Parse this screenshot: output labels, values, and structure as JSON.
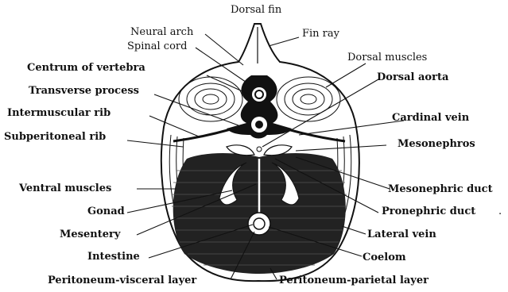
{
  "diagram": {
    "labels": {
      "dorsal_fin": "Dorsal fin",
      "neural_arch": "Neural arch",
      "fin_ray": "Fin ray",
      "spinal_cord": "Spinal cord",
      "dorsal_muscles": "Dorsal muscles",
      "centrum": "Centrum of vertebra",
      "dorsal_aorta": "Dorsal aorta",
      "transverse_process": "Transverse process",
      "intermuscular_rib": "Intermuscular rib",
      "cardinal_vein": "Cardinal vein",
      "subperitoneal_rib": "Subperitoneal rib",
      "mesonephros": "Mesonephros",
      "ventral_muscles": "Ventral muscles",
      "mesonephric_duct": "Mesonephric duct",
      "gonad": "Gonad",
      "pronephric_duct": "Pronephric duct",
      "mesentery": "Mesentery",
      "lateral_vein": "Lateral vein",
      "intestine": "Intestine",
      "coelom": "Coelom",
      "peritoneum_visceral": "Peritoneum-visceral layer",
      "peritoneum_parietal": "Peritoneum-parietal layer"
    }
  }
}
